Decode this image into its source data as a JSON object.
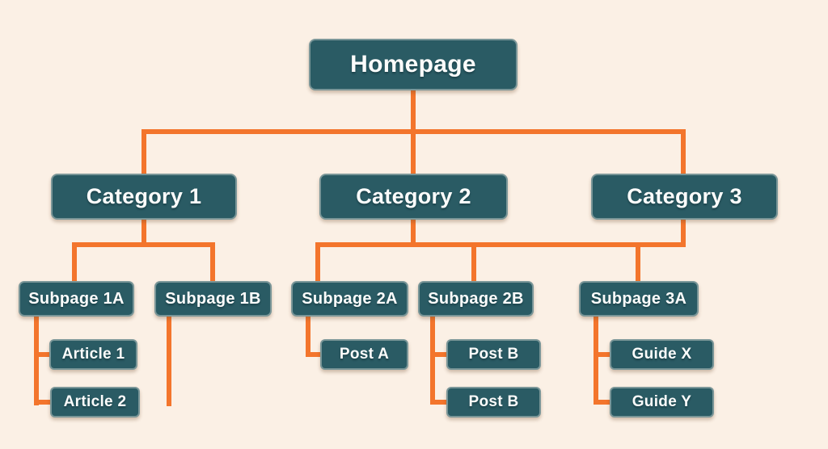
{
  "diagram": {
    "type": "sitemap-tree",
    "background_color": "#fbf0e5",
    "node_color": "#2a5b64",
    "node_text_color": "#fbfcfb",
    "connector_color": "#f3752c"
  },
  "nodes": {
    "homepage": {
      "label": "Homepage",
      "level": 1
    },
    "category1": {
      "label": "Category 1",
      "level": 2
    },
    "category2": {
      "label": "Category 2",
      "level": 2
    },
    "category3": {
      "label": "Category 3",
      "level": 2
    },
    "subpage1a": {
      "label": "Subpage 1A",
      "level": 3
    },
    "subpage1b": {
      "label": "Subpage 1B",
      "level": 3
    },
    "subpage2a": {
      "label": "Subpage 2A",
      "level": 3
    },
    "subpage2b": {
      "label": "Subpage 2B",
      "level": 3
    },
    "subpage3a": {
      "label": "Subpage 3A",
      "level": 3
    },
    "article1": {
      "label": "Article 1",
      "level": 4
    },
    "article2": {
      "label": "Article 2",
      "level": 4
    },
    "posta": {
      "label": "Post A",
      "level": 4
    },
    "postb1": {
      "label": "Post B",
      "level": 4
    },
    "postb2": {
      "label": "Post B",
      "level": 4
    },
    "guidex": {
      "label": "Guide X",
      "level": 4
    },
    "guidey": {
      "label": "Guide Y",
      "level": 4
    }
  },
  "edges": [
    [
      "homepage",
      "category1"
    ],
    [
      "homepage",
      "category2"
    ],
    [
      "homepage",
      "category3"
    ],
    [
      "category1",
      "subpage1a"
    ],
    [
      "category1",
      "subpage1b"
    ],
    [
      "category2",
      "subpage2a"
    ],
    [
      "category2",
      "subpage2b"
    ],
    [
      "category3",
      "subpage3a"
    ],
    [
      "subpage1a",
      "article1"
    ],
    [
      "subpage1a",
      "article2"
    ],
    [
      "subpage2a",
      "posta"
    ],
    [
      "subpage2b",
      "postb1"
    ],
    [
      "subpage2b",
      "postb2"
    ],
    [
      "subpage3a",
      "guidex"
    ],
    [
      "subpage3a",
      "guidey"
    ]
  ]
}
